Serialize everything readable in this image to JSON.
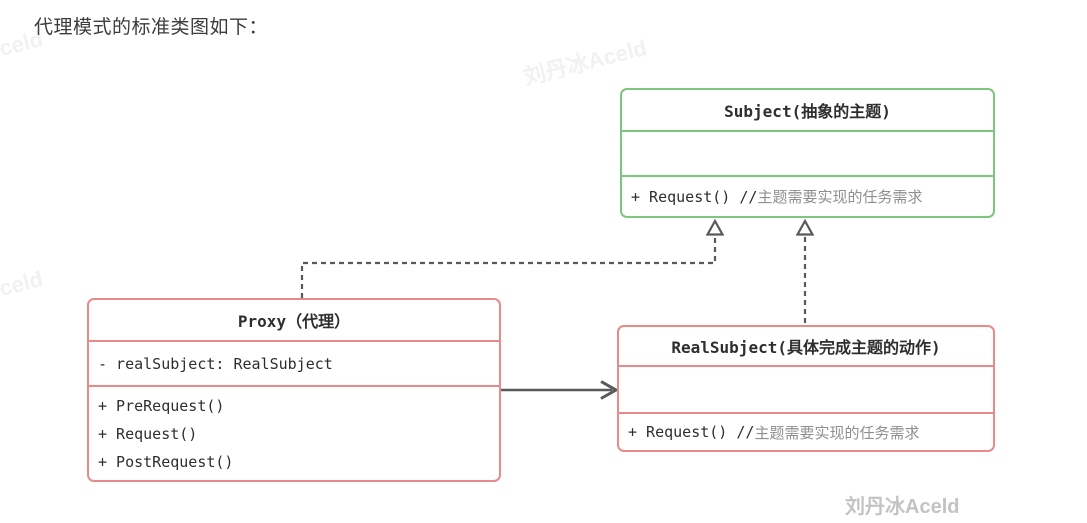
{
  "page": {
    "title": "代理模式的标准类图如下："
  },
  "diagram": {
    "classes": {
      "subject": {
        "name": "Subject(抽象的主题)",
        "method_code": "+ Request() //",
        "method_comment": "主题需要实现的任务需求"
      },
      "proxy": {
        "name": "Proxy（代理）",
        "attribute": "- realSubject: RealSubject",
        "methods": [
          "+ PreRequest()",
          "+ Request()",
          "+ PostRequest()"
        ]
      },
      "realsubject": {
        "name": "RealSubject(具体完成主题的动作)",
        "method_code": "+ Request() //",
        "method_comment": "主题需要实现的任务需求"
      }
    },
    "relations": [
      {
        "from": "Proxy",
        "to": "Subject",
        "type": "dashed-realization-arrow"
      },
      {
        "from": "RealSubject",
        "to": "Subject",
        "type": "dashed-realization-arrow"
      },
      {
        "from": "Proxy",
        "to": "RealSubject",
        "type": "solid-association-arrow"
      }
    ],
    "colors": {
      "subject_border": "#7cc67e",
      "proxy_border": "#e98a8a",
      "realsubject_border": "#e98a8a",
      "arrow": "#595959",
      "code_text": "#2e2e2e",
      "comment_text": "#8f8f8f"
    }
  },
  "watermark": {
    "text": "刘丹冰Aceld"
  }
}
